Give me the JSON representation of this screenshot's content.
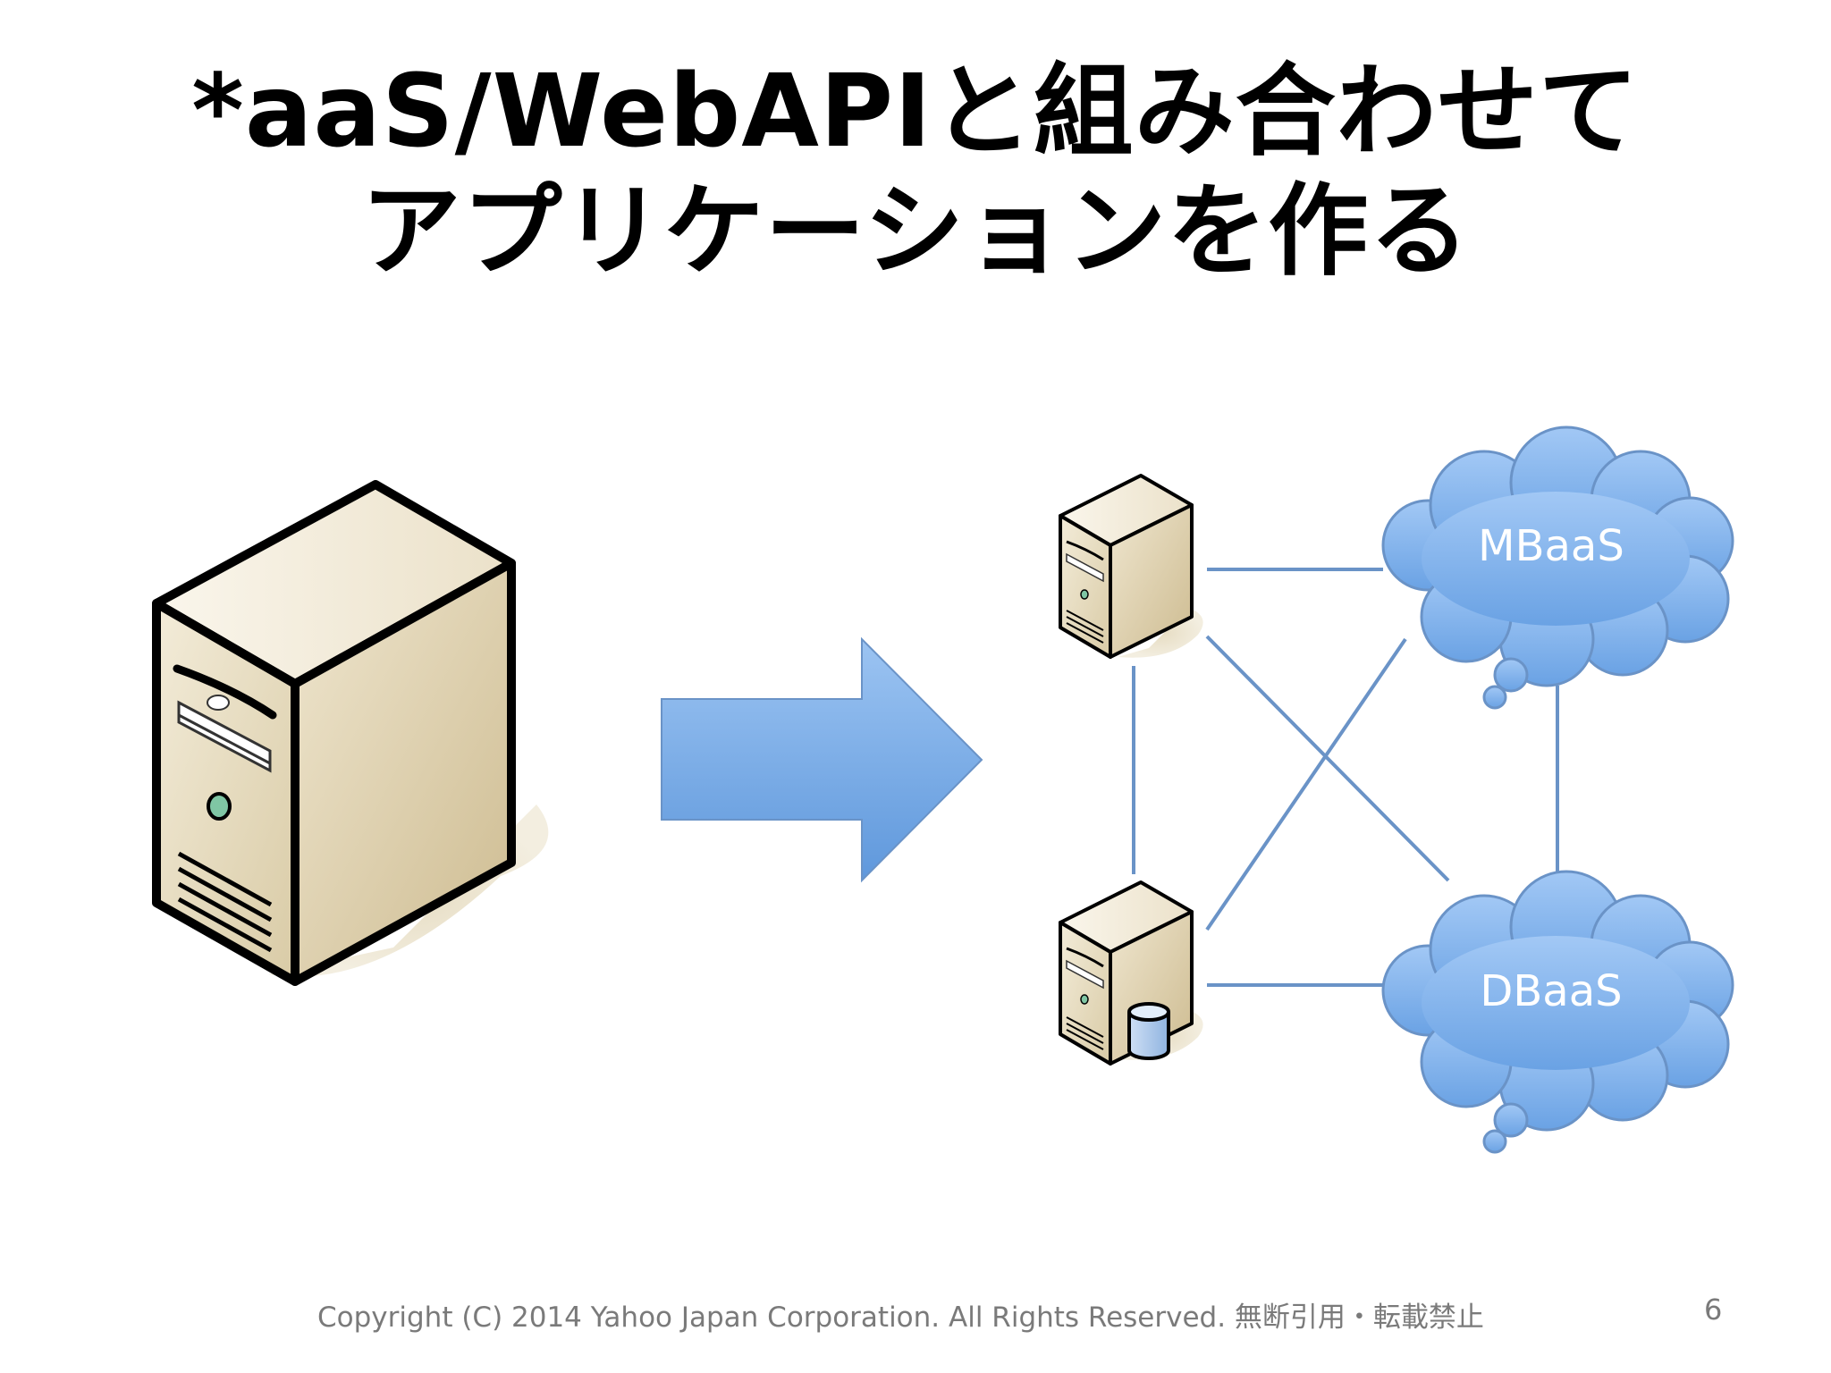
{
  "slide": {
    "title_line1": "*aaS/WebAPIと組み合わせて",
    "title_line2": "アプリケーションを作る",
    "footer": "Copyright (C) 2014 Yahoo Japan Corporation. All Rights Reserved. 無断引用・転載禁止",
    "page_number": "6"
  },
  "diagram": {
    "clouds": [
      {
        "label": "MBaaS"
      },
      {
        "label": "DBaaS"
      }
    ],
    "icons": [
      "large-server-icon",
      "right-arrow-icon",
      "small-server-icon",
      "database-server-icon",
      "cloud-icon"
    ],
    "colors": {
      "arrow_blue": "#6ea3e0",
      "line_blue": "#6a93c7",
      "cloud_blue": "#7fb0ec",
      "server_beige": "#e8ddc2"
    }
  }
}
